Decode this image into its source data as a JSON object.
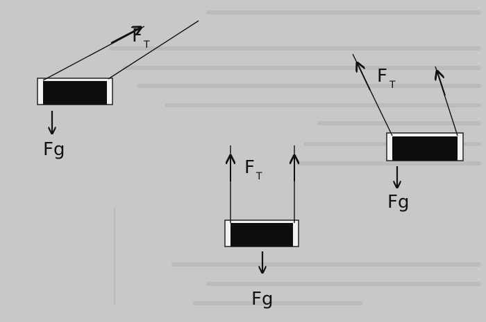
{
  "background_color": "#c9c7c8",
  "ink_color": "#111111",
  "diagrams": [
    {
      "id": "angled-strings",
      "tension_label": "F",
      "tension_subscript": "T",
      "weight_label": "Fg"
    },
    {
      "id": "vertical-strings",
      "tension_label": "F",
      "tension_subscript": "T",
      "weight_label": "Fg"
    },
    {
      "id": "tilted-up-strings",
      "tension_label": "F",
      "tension_subscript": "T",
      "weight_label": "Fg"
    }
  ]
}
